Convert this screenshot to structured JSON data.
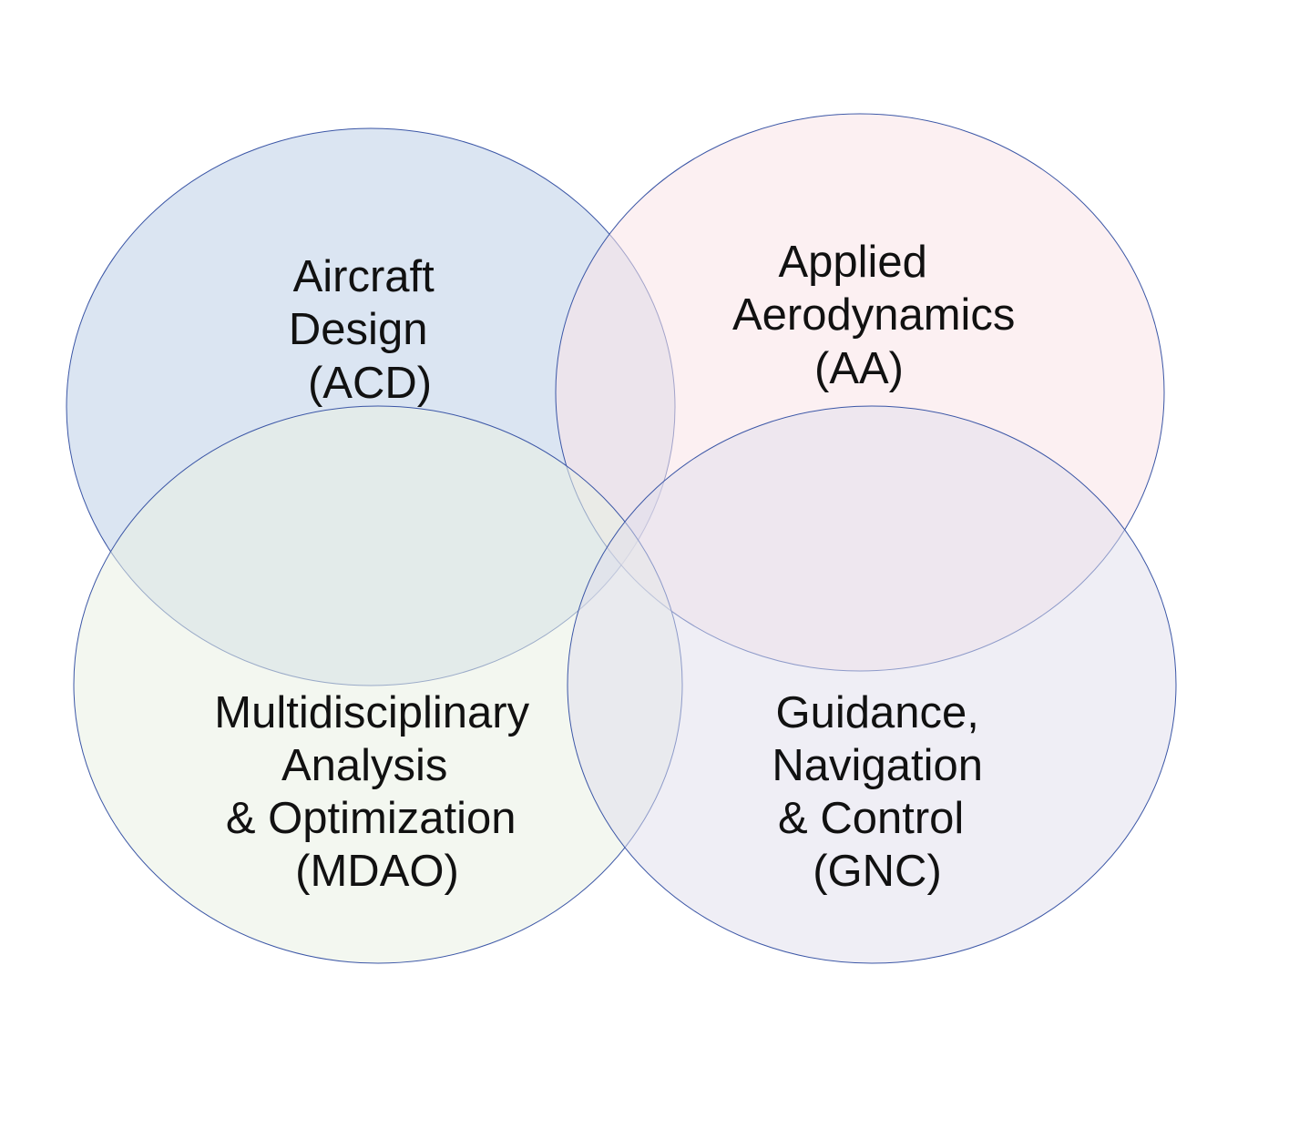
{
  "diagram": {
    "type": "venn",
    "sets": [
      {
        "id": "acd",
        "lines": [
          "Aircraft",
          "Design",
          "(ACD)"
        ],
        "color": "#dbe5f2"
      },
      {
        "id": "aa",
        "lines": [
          "Applied",
          "Aerodynamics",
          "(AA)"
        ],
        "color": "#f9e4e8"
      },
      {
        "id": "mdao",
        "lines": [
          "Multidisciplinary",
          "Analysis",
          "& Optimization",
          "(MDAO)"
        ],
        "color": "#e9f1e3"
      },
      {
        "id": "gnc",
        "lines": [
          "Guidance,",
          "Navigation",
          "& Control",
          "(GNC)"
        ],
        "color": "#e0deec"
      }
    ],
    "outline_color": "#3b56a6",
    "background": "#ffffff"
  }
}
